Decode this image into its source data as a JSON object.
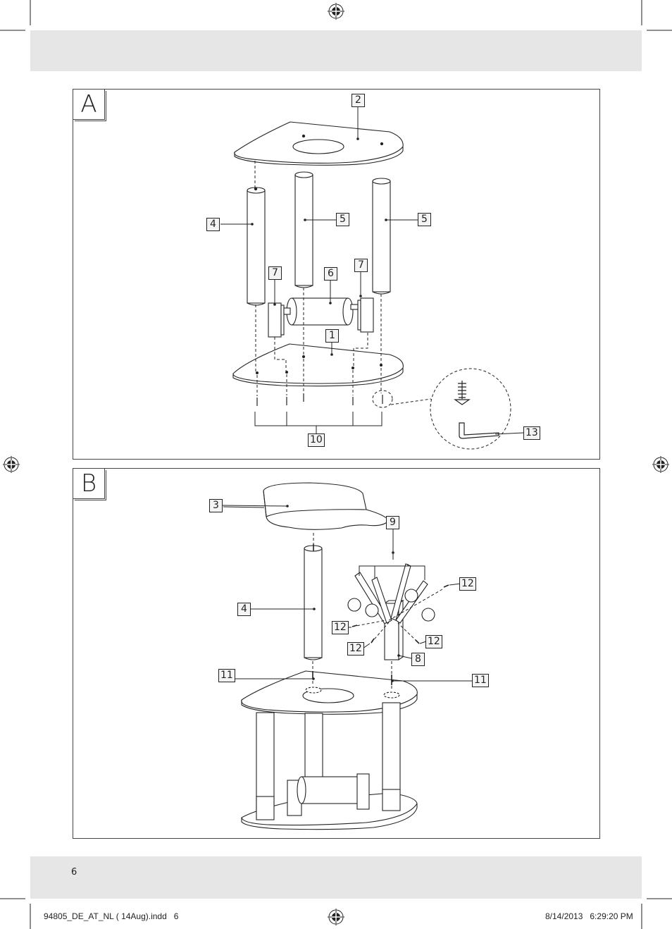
{
  "panels": {
    "a": {
      "letter": "A"
    },
    "b": {
      "letter": "B"
    }
  },
  "callouts": {
    "a": [
      "2",
      "4",
      "5",
      "5",
      "7",
      "6",
      "7",
      "1",
      "10",
      "13"
    ],
    "b": [
      "3",
      "9",
      "12",
      "4",
      "12",
      "12",
      "12",
      "8",
      "11",
      "11"
    ]
  },
  "footer": {
    "page_number": "6",
    "file_slug": "94805_DE_AT_NL ( 14Aug).indd   6",
    "timestamp": "8/14/2013   6:29:20 PM"
  },
  "icons": [
    "registration-mark-icon",
    "crop-mark-icon",
    "screw-icon",
    "allen-key-icon"
  ],
  "colors": {
    "band": "#e6e6e6",
    "line": "#222222",
    "callout_bg": "#f4f4f4"
  }
}
